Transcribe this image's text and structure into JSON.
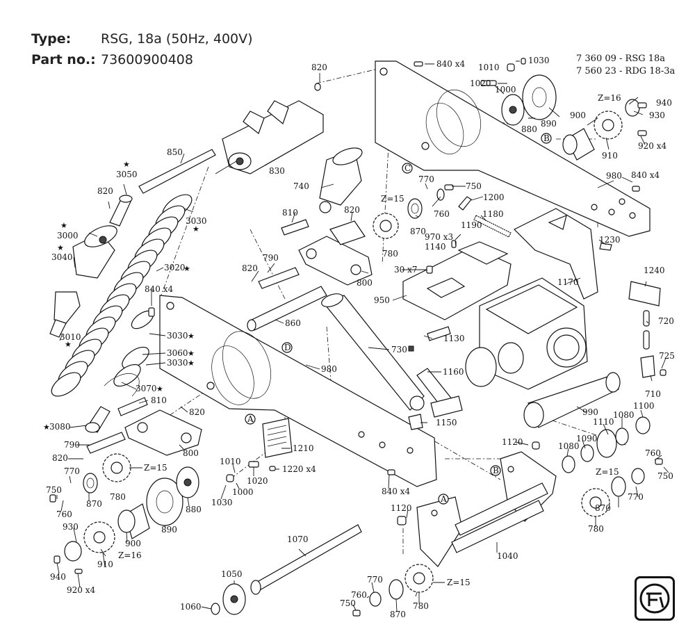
{
  "header": {
    "type_key": "Type:",
    "type_value": "RSG, 18a (50Hz, 400V)",
    "part_key": "Part no.:",
    "part_value": "73600900408"
  },
  "refs": {
    "line1": "7 360 09 - RSG 18a",
    "line2": "7 560 23 - RDG 18-3a"
  },
  "labels": {
    "l820a": "820",
    "l840x4a": "840 x4",
    "l1010a": "1010",
    "l1030a": "1030",
    "l1020a": "1020",
    "l1000a": "1000",
    "l880a": "880",
    "l890a": "890",
    "lz16a": "Z=16",
    "l940a": "940",
    "l930a": "930",
    "l900a": "900",
    "l910a": "910",
    "l920x4a": "920 x4",
    "l980a": "980",
    "l840x4b": "840 x4",
    "l850": "850",
    "l3050": "3050",
    "l820b": "820",
    "l830": "830",
    "l740": "740",
    "l3030a": "3030",
    "l3000": "3000",
    "l3040": "3040",
    "l810a": "810",
    "l820c": "820",
    "l770a": "770",
    "l750a": "750",
    "l1200": "1200",
    "lz15a": "Z=15",
    "l760a": "760",
    "l870a": "870",
    "l1180": "1180",
    "l780a": "780",
    "l970x3": "970 x3",
    "l1190": "1190",
    "l1140": "1140",
    "l800a": "800",
    "l790a": "790",
    "l820d": "820",
    "l30x7": "30 x7",
    "l1230": "1230",
    "l3020": "3020",
    "l840x4c": "840 x4",
    "l1240": "1240",
    "l1170": "1170",
    "l950": "950",
    "l860": "860",
    "l3030b": "3030",
    "l1130": "1130",
    "l720": "720",
    "l3010": "3010",
    "l3060": "3060",
    "l730": "730",
    "l3030c": "3030",
    "l980b": "980",
    "l725": "725",
    "l1160": "1160",
    "l3070": "3070",
    "l710": "710",
    "l810b": "810",
    "l820e": "820",
    "l990": "990",
    "l1100": "1100",
    "l3080": "3080",
    "l1150": "1150",
    "l1110": "1110",
    "l1080a": "1080",
    "l790b": "790",
    "l800b": "800",
    "l1210": "1210",
    "l1120a": "1120",
    "l1090": "1090",
    "l1080b": "1080",
    "l760b": "760",
    "l820f": "820",
    "lz15b": "Z=15",
    "l1010b": "1010",
    "l1220x4": "1220 x4",
    "l770b": "770",
    "l1020b": "1020",
    "lz15c": "Z=15",
    "l750b": "750",
    "l750c": "750",
    "l760c": "760",
    "l870b": "870",
    "l780b": "780",
    "l1000b": "1000",
    "l1030b": "1030",
    "l840x4d": "840 x4",
    "l880b": "880",
    "l770c": "770",
    "l870c": "870",
    "l1120b": "1120",
    "l930b": "930",
    "l900b": "900",
    "l890b": "890",
    "l780c": "780",
    "l1070": "1070",
    "l1040": "1040",
    "lz16b": "Z=16",
    "l910b": "910",
    "l940b": "940",
    "l920x4b": "920 x4",
    "l1050": "1050",
    "l770d": "770",
    "lz15d": "Z=15",
    "l760d": "760",
    "l750d": "750",
    "l870d": "870",
    "l780d": "780",
    "l1060": "1060",
    "cA1": "A",
    "cA2": "A",
    "cB1": "B",
    "cB2": "B",
    "cC": "C",
    "cD": "D"
  },
  "icons": {
    "logo": "fein-logo-icon",
    "star": "star-icon",
    "square": "square-marker-icon"
  }
}
